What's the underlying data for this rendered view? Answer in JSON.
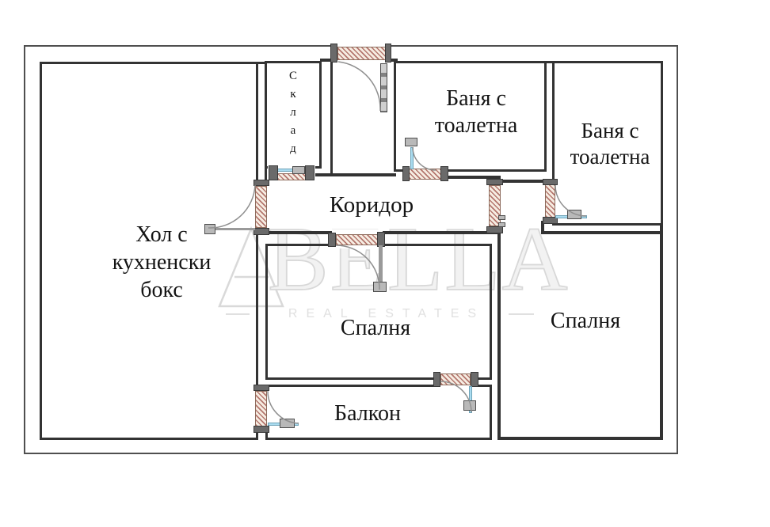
{
  "rooms": {
    "hall": {
      "line1": "Хол с",
      "line2": "кухненски",
      "line3": "бокс"
    },
    "storage": {
      "label": "Склад"
    },
    "bath1": {
      "line1": "Баня с",
      "line2": "тоалетна"
    },
    "bath2": {
      "line1": "Баня с",
      "line2": "тоалетна"
    },
    "corridor": {
      "label": "Коридор"
    },
    "bedroom_middle": {
      "label": "Спалня"
    },
    "bedroom_right": {
      "label": "Спалня"
    },
    "balcony": {
      "label": "Балкон"
    }
  },
  "watermark": {
    "brand": "BELLA",
    "tagline": "REAL ESTATES",
    "logo": "triangle-a-logo"
  },
  "doors": [
    {
      "name": "entrance-door",
      "type": "swing",
      "location": "top-outer-wall"
    },
    {
      "name": "storage-door",
      "type": "sliding",
      "location": "storage-to-corridor"
    },
    {
      "name": "bath1-door",
      "type": "swing",
      "location": "bath1-to-corridor"
    },
    {
      "name": "hall-door",
      "type": "swing",
      "location": "hall-to-corridor"
    },
    {
      "name": "corridor-bedroom-door",
      "type": "swing",
      "location": "corridor-to-middle-bedroom"
    },
    {
      "name": "corridor-end-door",
      "type": "swing",
      "location": "corridor-to-right-bedroom"
    },
    {
      "name": "bath2-door",
      "type": "swing",
      "location": "vestibule-to-bath2"
    },
    {
      "name": "balcony-left-door",
      "type": "swing",
      "location": "hall-to-balcony"
    },
    {
      "name": "bedroom-balcony-door",
      "type": "swing",
      "location": "middle-bedroom-to-balcony"
    }
  ],
  "colors": {
    "wall": "#333333",
    "boundary": "#4f4f4f",
    "door_hatch_stripe": "#b4766e",
    "door_hatch_bg": "#f6ede2",
    "door_glass": "#aadcf0",
    "arc": "#8f8f8f",
    "watermark": "#d8d8d8",
    "text": "#141414"
  }
}
